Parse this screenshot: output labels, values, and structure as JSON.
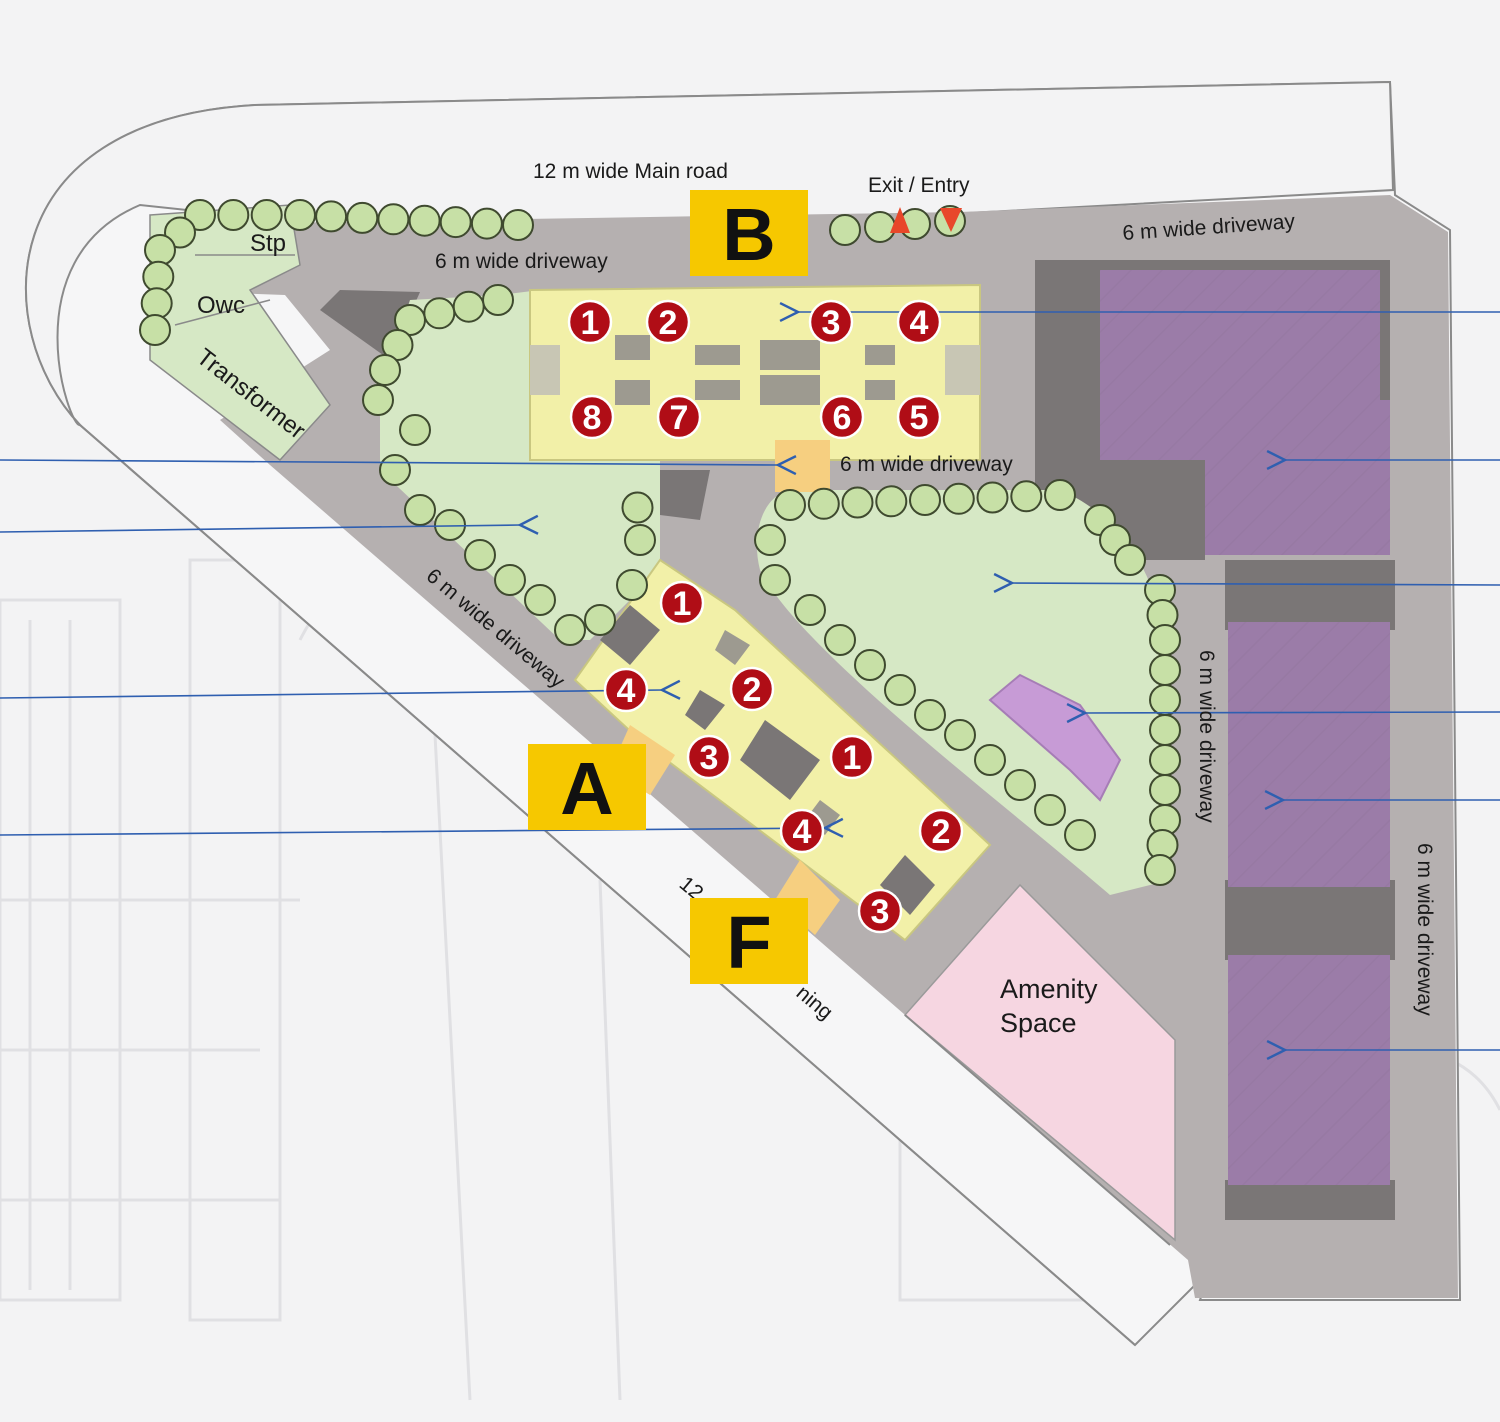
{
  "road_labels": {
    "main_road": "12 m wide Main road",
    "exit_entry": "Exit / Entry",
    "driveway_top_left": "6 m wide driveway",
    "driveway_top_right": "6 m wide driveway",
    "driveway_center": "6 m wide driveway",
    "driveway_diagonal": "6 m wide driveway",
    "driveway_right_inner": "6 m wide driveway",
    "driveway_right_outer": "6 m wide driveway",
    "partial_left": "12",
    "partial_right": "ning"
  },
  "utility_labels": {
    "stp": "Stp",
    "owc": "Owc",
    "transformer": "Transformer"
  },
  "amenity": {
    "line1": "Amenity",
    "line2": "Space"
  },
  "towers": [
    {
      "letter": "A",
      "units": [
        "1",
        "2",
        "3",
        "4"
      ]
    },
    {
      "letter": "B",
      "units": [
        "1",
        "2",
        "3",
        "4",
        "5",
        "6",
        "7",
        "8"
      ]
    },
    {
      "letter": "F",
      "units": [
        "1",
        "2",
        "3",
        "4"
      ]
    }
  ],
  "colors": {
    "road": "#b5b0b0",
    "plot": "#f6f6f7",
    "lawn": "#d6e8c5",
    "tower": "#f2f0a8",
    "building_purple": "#9b7ca8",
    "amenity_pink": "#f6d6e1",
    "unit_marker": "#b00d16",
    "letter_box": "#f6c800",
    "pointer": "#2f5fb0"
  }
}
